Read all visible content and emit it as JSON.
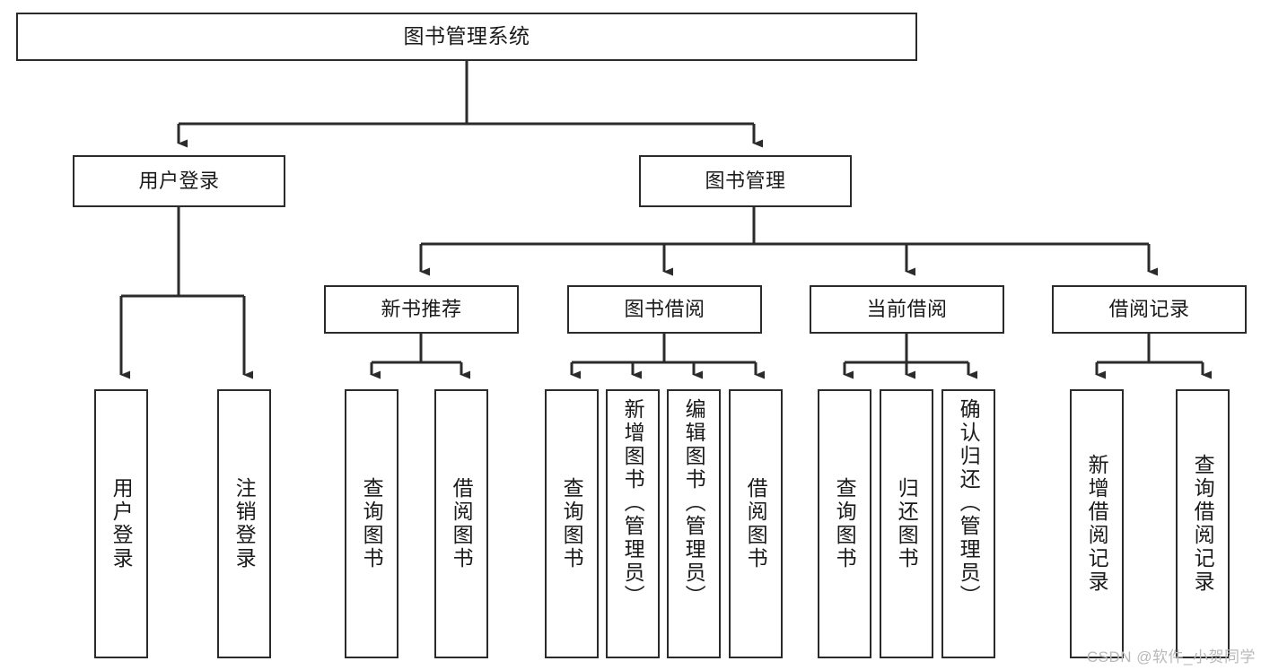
{
  "diagram": {
    "title": "图书管理系统",
    "type": "function-decomposition-tree",
    "watermark": "CSDN @软件_小贺同学",
    "line_color": "#2b2b2b",
    "box_fill": "#ffffff",
    "text_color": "#1a1a1a",
    "watermark_color": "#b9b9b9",
    "levels": {
      "root": [
        "图书管理系统"
      ],
      "level2": [
        "用户登录",
        "图书管理"
      ],
      "level3": [
        "新书推荐",
        "图书借阅",
        "当前借阅",
        "借阅记录"
      ],
      "leaves": [
        "用户登录",
        "注销登录",
        "查询图书",
        "借阅图书",
        "查询图书",
        "新增图书（管理员）",
        "编辑图书（管理员）",
        "借阅图书",
        "查询图书",
        "归还图书",
        "确认归还（管理员）",
        "新增借阅记录",
        "查询借阅记录"
      ]
    },
    "nodes": {
      "root": {
        "label": "图书管理系统"
      },
      "user_login": {
        "label": "用户登录"
      },
      "book_mgmt": {
        "label": "图书管理"
      },
      "new_book_rec": {
        "label": "新书推荐"
      },
      "book_borrow": {
        "label": "图书借阅"
      },
      "current_borrow": {
        "label": "当前借阅"
      },
      "borrow_record": {
        "label": "借阅记录"
      },
      "leaf_user_login": {
        "label": "用户登录"
      },
      "leaf_logout": {
        "label": "注销登录"
      },
      "leaf_query_book_1": {
        "label": "查询图书"
      },
      "leaf_borrow_book_1": {
        "label": "借阅图书"
      },
      "leaf_query_book_2": {
        "label": "查询图书"
      },
      "leaf_add_book": {
        "label": "新增图书（管理员）"
      },
      "leaf_edit_book": {
        "label": "编辑图书（管理员）"
      },
      "leaf_borrow_book_2": {
        "label": "借阅图书"
      },
      "leaf_query_book_3": {
        "label": "查询图书"
      },
      "leaf_return_book": {
        "label": "归还图书"
      },
      "leaf_confirm_return": {
        "label": "确认归还（管理员）"
      },
      "leaf_add_record": {
        "label": "新增借阅记录"
      },
      "leaf_query_record": {
        "label": "查询借阅记录"
      }
    }
  }
}
